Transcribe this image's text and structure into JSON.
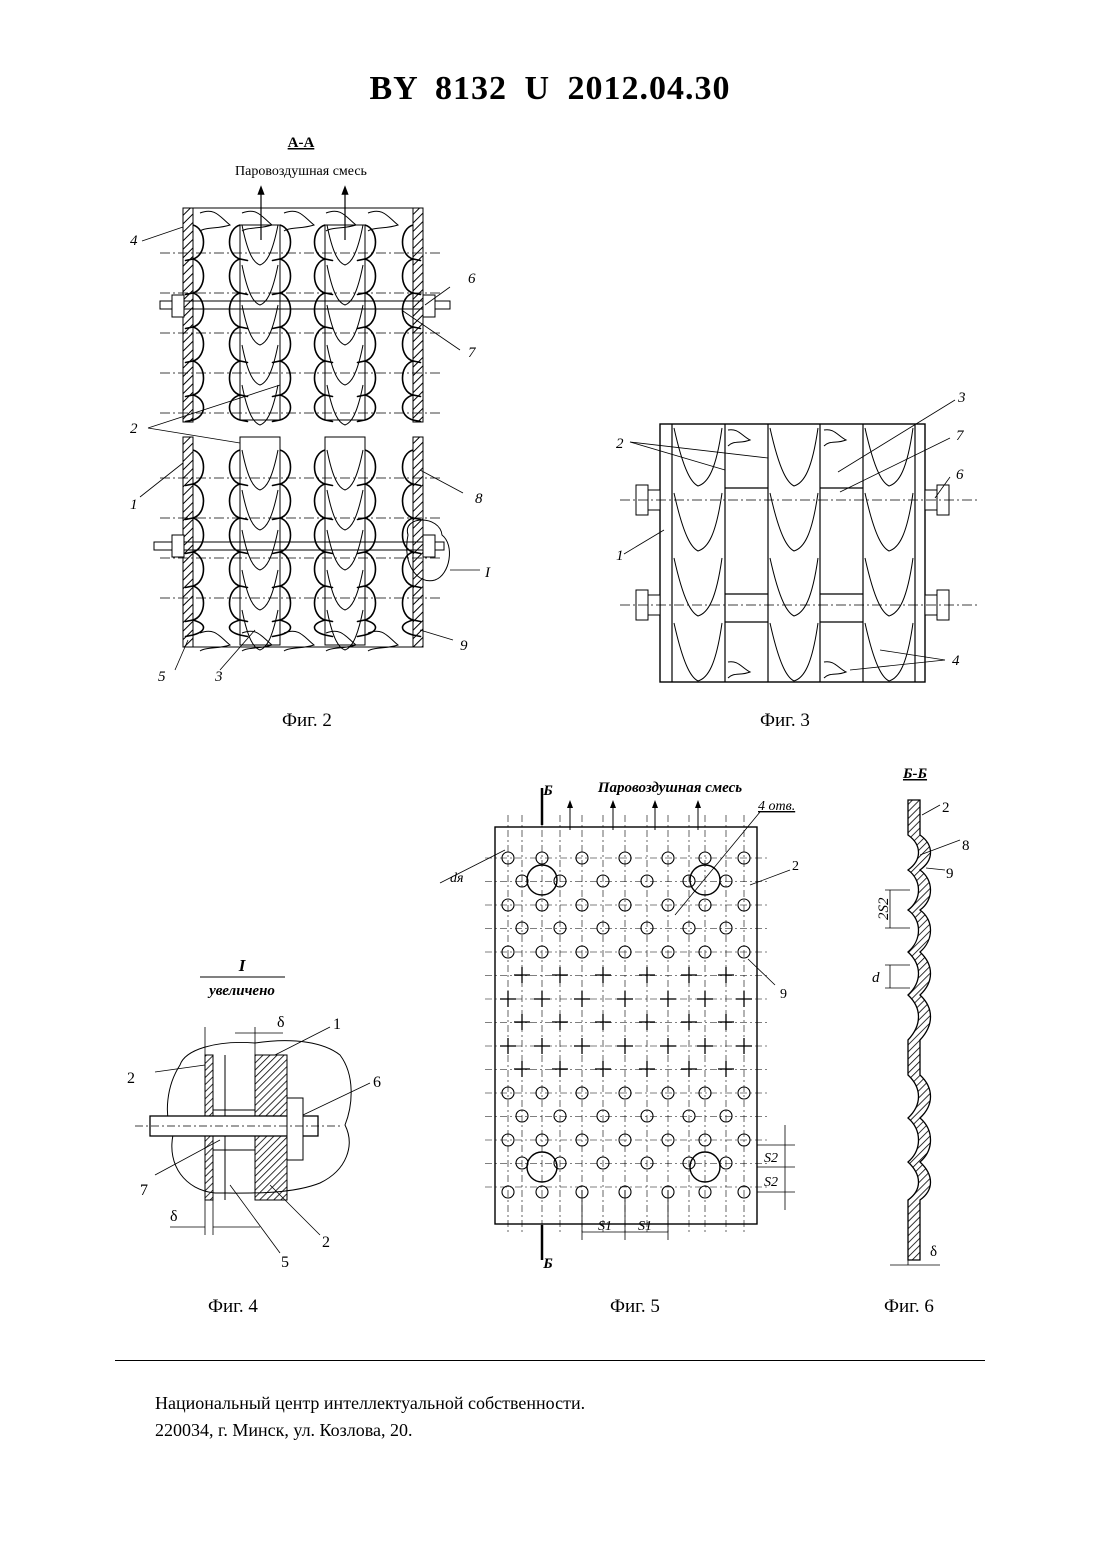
{
  "header": {
    "title": "BY  8132  U  2012.04.30"
  },
  "fig2": {
    "section": "А-А",
    "flow_label": "Паровоздушная смесь",
    "caption": "Фиг. 2",
    "labels": {
      "p4": "4",
      "p6": "6",
      "p7": "7",
      "p2": "2",
      "p1": "1",
      "p8": "8",
      "pI": "I",
      "p5": "5",
      "p3": "3",
      "p9": "9"
    }
  },
  "fig3": {
    "caption": "Фиг. 3",
    "labels": {
      "p3": "3",
      "p2": "2",
      "p7": "7",
      "p6": "6",
      "p1": "1",
      "p4": "4"
    }
  },
  "fig4": {
    "title": "I",
    "subtitle": "увеличено",
    "caption": "Фиг. 4",
    "labels": {
      "delta_top": "δ",
      "p1": "1",
      "p2a": "2",
      "p6": "6",
      "p7": "7",
      "delta_bottom": "δ",
      "p2b": "2",
      "p5": "5"
    }
  },
  "fig5": {
    "section_mark_top": "Б",
    "section_mark_bottom": "Б",
    "flow_label": "Паровоздушная смесь",
    "holes_label": "4 отв.",
    "caption": "Фиг. 5",
    "labels": {
      "p2": "2",
      "p9": "9",
      "dia": "dя",
      "s1a": "S1",
      "s1b": "S1",
      "s2a": "S2",
      "s2b": "S2"
    }
  },
  "fig6": {
    "section": "Б-Б",
    "caption": "Фиг. 6",
    "labels": {
      "p2": "2",
      "p8": "8",
      "p9": "9",
      "two_s2": "2S2",
      "d": "d",
      "delta": "δ"
    }
  },
  "footer": {
    "line1": "Национальный центр интеллектуальной собственности.",
    "line2": "220034, г. Минск, ул. Козлова, 20."
  }
}
